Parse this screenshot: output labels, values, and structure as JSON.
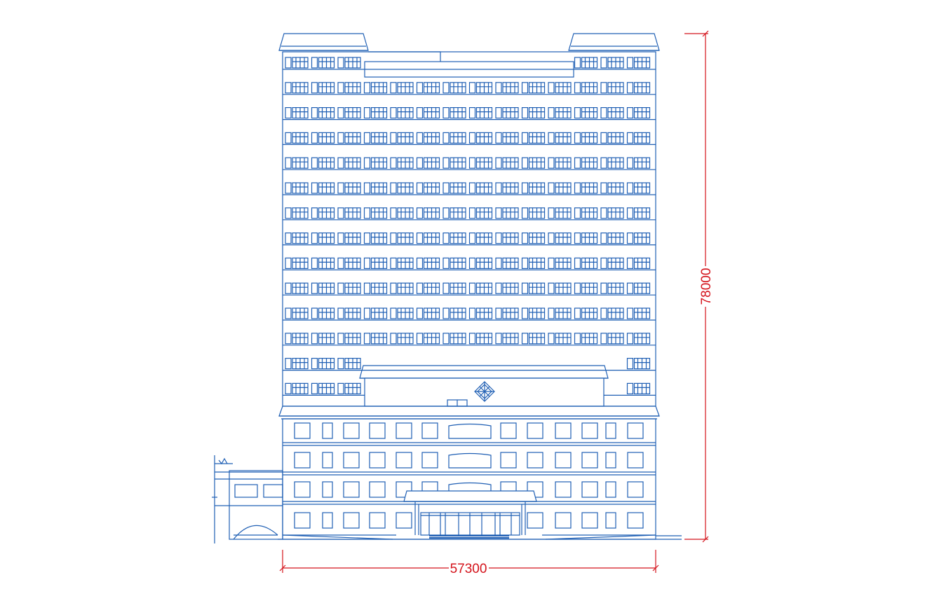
{
  "drawing": {
    "line_color": "#1f5fb4",
    "dimension_color": "#d4141c",
    "tower_floors": 14,
    "podium_floors": 4
  },
  "dimensions": {
    "width_label": "57300",
    "height_label": "78000"
  }
}
